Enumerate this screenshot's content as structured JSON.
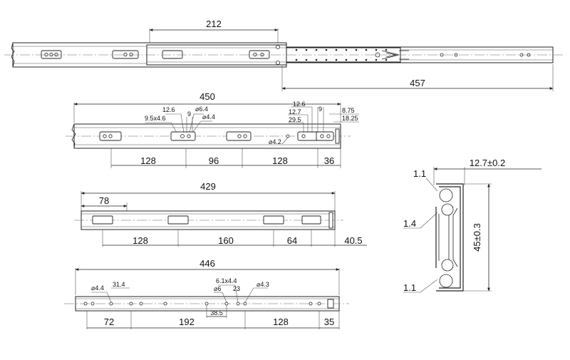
{
  "top_view": {
    "dim_inner": "212",
    "dim_total": "457"
  },
  "outer_member": {
    "dim_length": "450",
    "segments": [
      "128",
      "96",
      "128",
      "36"
    ],
    "callouts_left": [
      "12.6",
      "9.5x4.6",
      "9",
      "⌀6.4",
      "⌀4.4"
    ],
    "callouts_right": [
      "12.6",
      "12.7",
      "29.5",
      "9",
      "8.75",
      "18.25"
    ],
    "hole_label": "⌀4.2"
  },
  "intermediate_member": {
    "dim_length": "429",
    "dim_offset": "78",
    "segments": [
      "128",
      "160",
      "64",
      "40.5"
    ]
  },
  "inner_member": {
    "dim_length": "446",
    "segments": [
      "72",
      "192",
      "128",
      "35"
    ],
    "callouts": [
      "⌀4.4",
      "31.4",
      "6.1x4.4",
      "⌀6",
      "23",
      "⌀4.3",
      "38.5"
    ]
  },
  "cross_section": {
    "width": "12.7±0.2",
    "height": "45±0.3",
    "thickness_top": "1.1",
    "thickness_mid": "1.4",
    "thickness_bottom": "1.1"
  }
}
